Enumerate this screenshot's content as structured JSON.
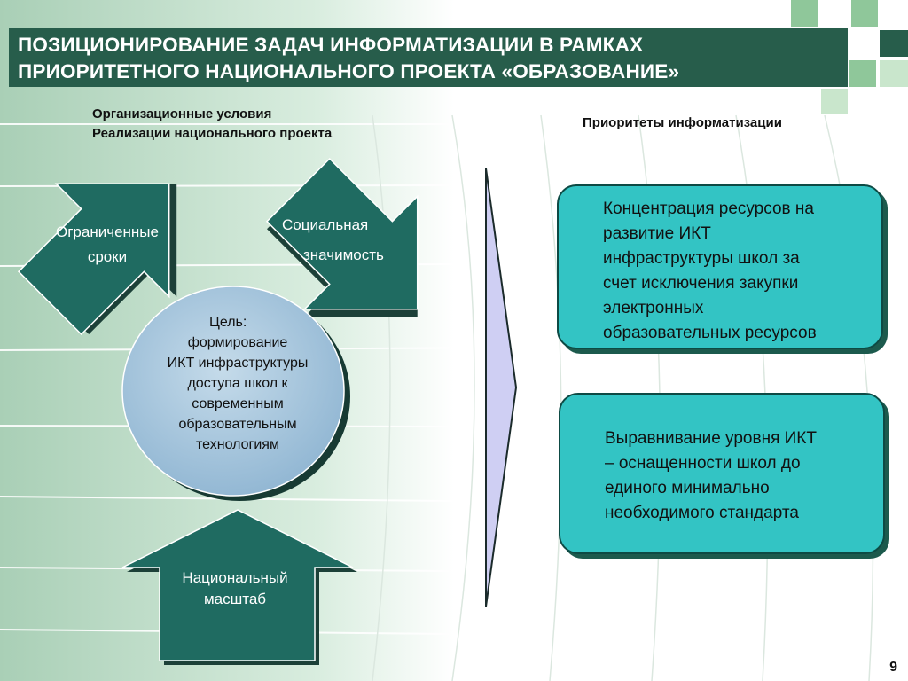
{
  "slide": {
    "title_lines": [
      "ПОЗИЦИОНИРОВАНИЕ ЗАДАЧ ИНФОРМАТИЗАЦИИ В РАМКАХ",
      "ПРИОРИТЕТНОГО НАЦИОНАЛЬНОГО ПРОЕКТА «ОБРАЗОВАНИЕ»"
    ],
    "left_heading_lines": [
      "Организационные условия",
      "Реализации национального проекта"
    ],
    "right_heading": "Приоритеты информатизации",
    "page_number": "9"
  },
  "shapes": {
    "arrow_limited": [
      "Ограниченные",
      "сроки"
    ],
    "arrow_social": [
      "Социальная",
      "значимость"
    ],
    "arrow_national": [
      "Национальный",
      "масштаб"
    ],
    "goal_circle": [
      "Цель:",
      "формирование",
      "ИКТ инфраструктуры",
      "доступа школ к",
      "современным",
      "образовательным",
      "технологиям"
    ]
  },
  "priorities": [
    {
      "lines": [
        "Концентрация ресурсов на",
        "развитие ИКТ",
        "инфраструктуры школ за",
        "счет исключения закупки",
        "электронных",
        "образовательных ресурсов"
      ]
    },
    {
      "lines": [
        "Выравнивание уровня ИКТ",
        "– оснащенности школ до",
        "единого минимально",
        "необходимого стандарта"
      ]
    }
  ],
  "colors": {
    "dark_teal": "#1f6b61",
    "title_bar": "#275d4b",
    "box_fill": "#33c4c4",
    "circle_fill": "#a4c4dc",
    "chevron_fill": "#cfcff3",
    "background_green": "#c6dfce"
  }
}
